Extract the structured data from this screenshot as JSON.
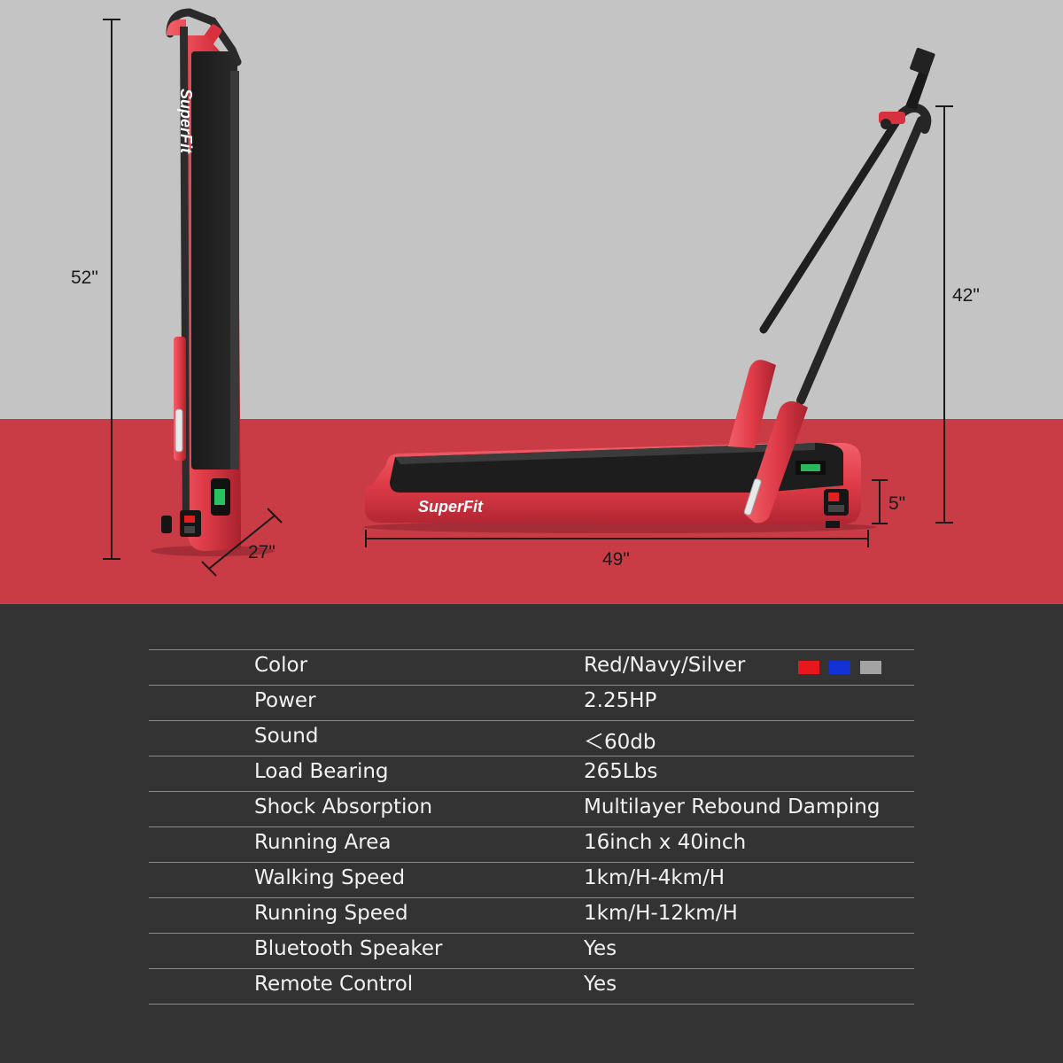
{
  "brand": {
    "logo_text": "SuperFit"
  },
  "dimensions": {
    "folded_height": "52\"",
    "folded_width": "27\"",
    "handrail_height": "42\"",
    "deck_height": "5\"",
    "length": "49\""
  },
  "colors": {
    "wall": "#c4c4c4",
    "floor": "#c93b45",
    "background": "#333333",
    "frame_red": "#e03c48",
    "swatch_red": "#e8161d",
    "swatch_navy": "#1232d6",
    "swatch_silver": "#a3a3a3"
  },
  "specs": [
    {
      "label": "Color",
      "value": "Red/Navy/Silver"
    },
    {
      "label": "Power",
      "value": "2.25HP"
    },
    {
      "label": "Sound",
      "value": "＜60db"
    },
    {
      "label": "Load Bearing",
      "value": "265Lbs"
    },
    {
      "label": "Shock Absorption",
      "value": "Multilayer Rebound Damping"
    },
    {
      "label": "Running Area",
      "value": "16inch x 40inch"
    },
    {
      "label": "Walking Speed",
      "value": "1km/H-4km/H"
    },
    {
      "label": "Running Speed",
      "value": "1km/H-12km/H"
    },
    {
      "label": "Bluetooth Speaker",
      "value": "Yes"
    },
    {
      "label": "Remote Control",
      "value": "Yes"
    }
  ]
}
